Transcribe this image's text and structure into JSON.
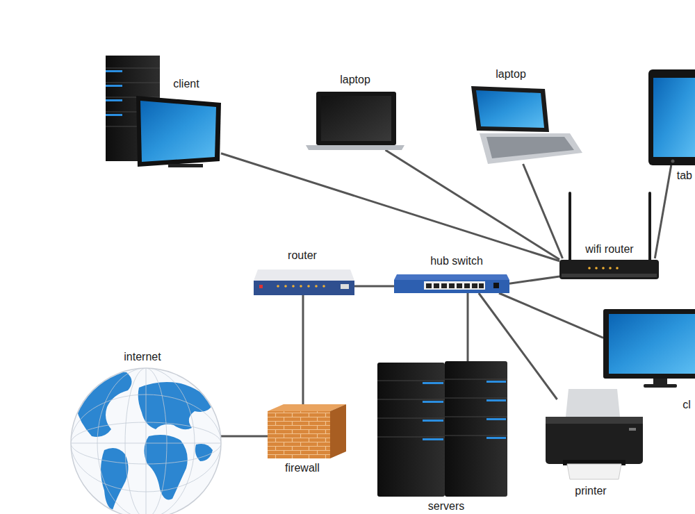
{
  "diagram": {
    "nodes": [
      {
        "text": [
          "client"
        ]
      },
      {
        "text": [
          "laptop"
        ]
      },
      {
        "text": [
          "laptop"
        ]
      },
      {
        "text": [
          "tab"
        ]
      },
      {
        "text": [
          "wifi router"
        ]
      },
      {
        "text": [
          "router"
        ]
      },
      {
        "text": [
          "hub switch"
        ]
      },
      {
        "text": [
          "internet"
        ]
      },
      {
        "text": [
          "firewall"
        ]
      },
      {
        "text": [
          "servers"
        ]
      },
      {
        "text": [
          "printer"
        ]
      },
      {
        "text": [
          "cl"
        ]
      }
    ],
    "edges": [
      {
        "from": 0,
        "to": 4,
        "arrow": "none"
      },
      {
        "from": 1,
        "to": 4,
        "arrow": "none"
      },
      {
        "from": 2,
        "to": 4,
        "arrow": "none"
      },
      {
        "from": 3,
        "to": 4,
        "arrow": "none"
      },
      {
        "from": 4,
        "to": 6,
        "arrow": "none"
      },
      {
        "from": 5,
        "to": 6,
        "arrow": "none"
      },
      {
        "from": 5,
        "to": 8,
        "arrow": "none"
      },
      {
        "from": 8,
        "to": 7,
        "arrow": "none"
      },
      {
        "from": 6,
        "to": 9,
        "arrow": "none"
      },
      {
        "from": 6,
        "to": 10,
        "arrow": "none"
      },
      {
        "from": 6,
        "to": 11,
        "arrow": "none"
      }
    ]
  }
}
